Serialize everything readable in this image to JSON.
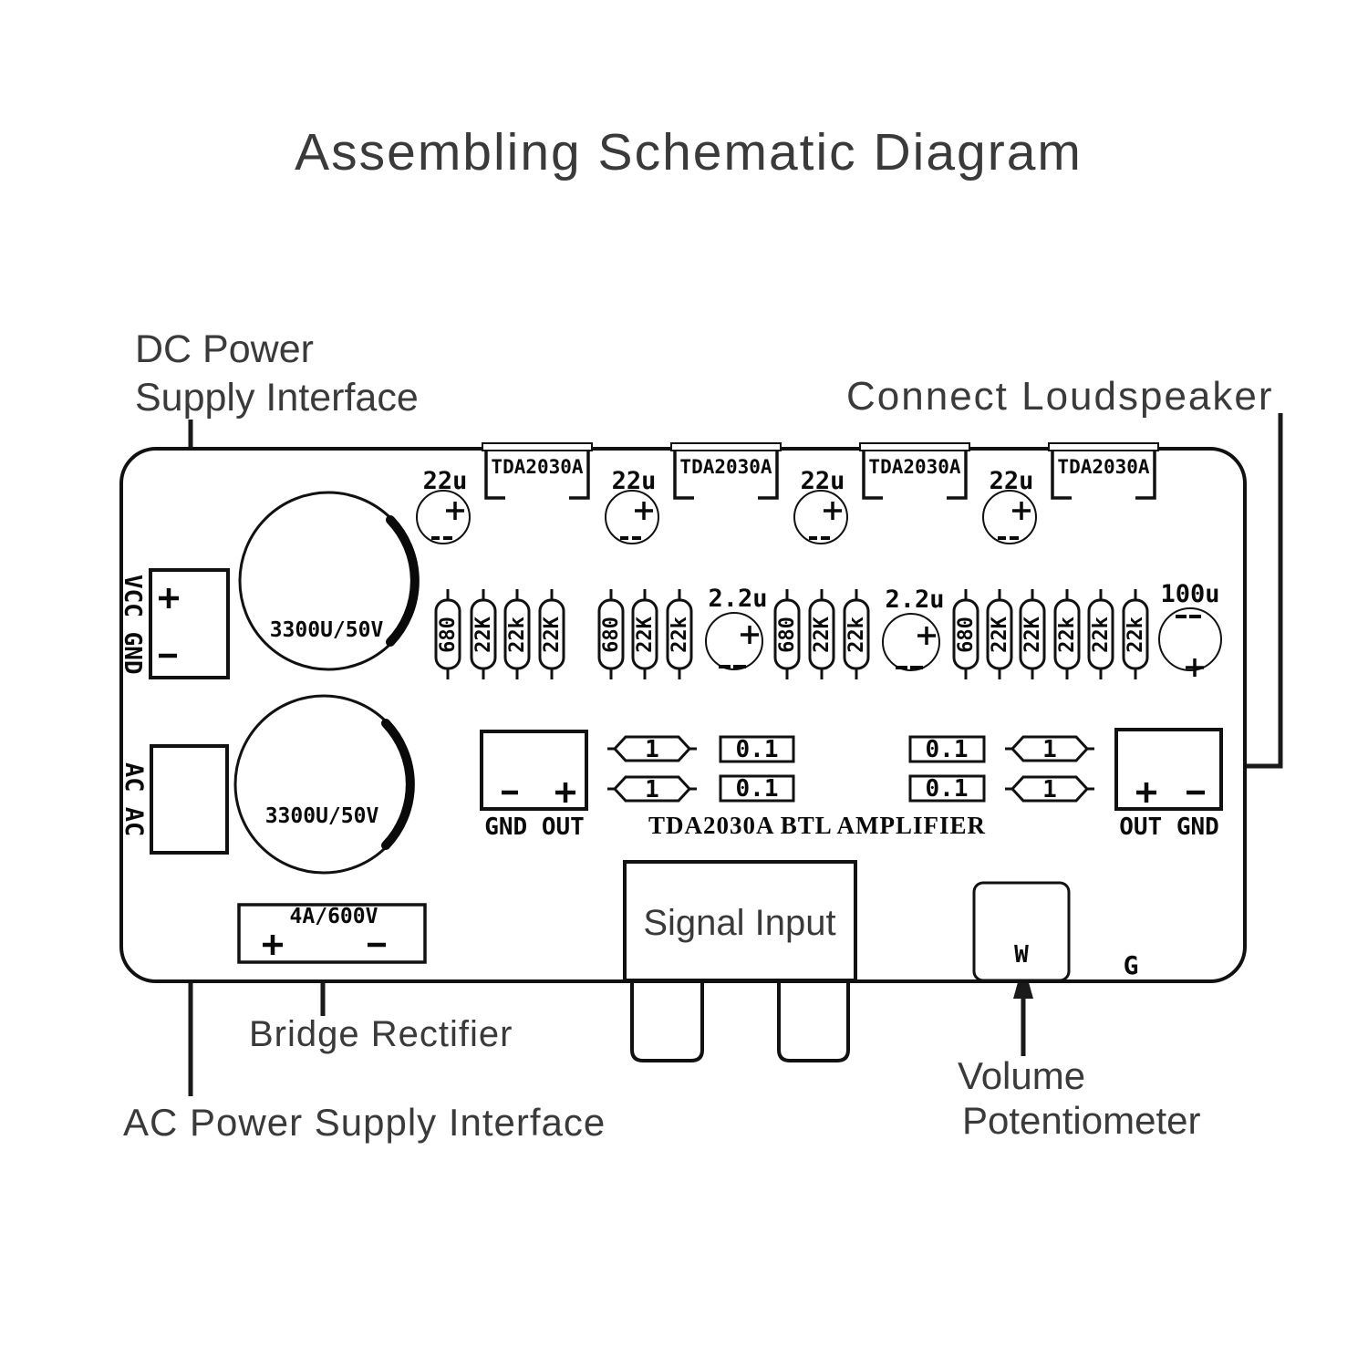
{
  "title": "Assembling Schematic Diagram",
  "callouts": {
    "dc_power_line1": "DC Power",
    "dc_power_line2": "Supply Interface",
    "connect_loudspeaker": "Connect Loudspeaker",
    "bridge_rectifier": "Bridge Rectifier",
    "ac_power": "AC Power Supply Interface",
    "volume_line1": "Volume",
    "volume_line2": "Potentiometer"
  },
  "board": {
    "name": "TDA2030A BTL AMPLIFIER",
    "signal_input": "Signal Input",
    "dc_connector_label": "VCC GND",
    "ac_connector_label": "AC AC",
    "big_capacitors": [
      "3300U/50V",
      "3300U/50V"
    ],
    "bridge_value": "4A/600V",
    "ics": [
      "TDA2030A",
      "TDA2030A",
      "TDA2030A",
      "TDA2030A"
    ],
    "caps_22u": [
      "22u",
      "22u",
      "22u",
      "22u"
    ],
    "caps_2_2u": [
      "2.2u",
      "2.2u"
    ],
    "cap_100u": "100u",
    "resistors": [
      "680",
      "22K",
      "22k",
      "22K",
      "680",
      "22K",
      "22k",
      "680",
      "22K",
      "22k",
      "680",
      "22K",
      "22K",
      "22k",
      "22k",
      "22k"
    ],
    "film_caps": [
      "0.1",
      "0.1",
      "0.1",
      "0.1"
    ],
    "jumpers": [
      "1",
      "1",
      "1",
      "1"
    ],
    "gnd_out_label": "GND OUT",
    "out_gnd_label": "OUT GND",
    "pot_label": "W",
    "ground_label": "G"
  },
  "colors": {
    "ink": "#111111",
    "annotation": "#3a3a3a",
    "background": "#ffffff"
  }
}
